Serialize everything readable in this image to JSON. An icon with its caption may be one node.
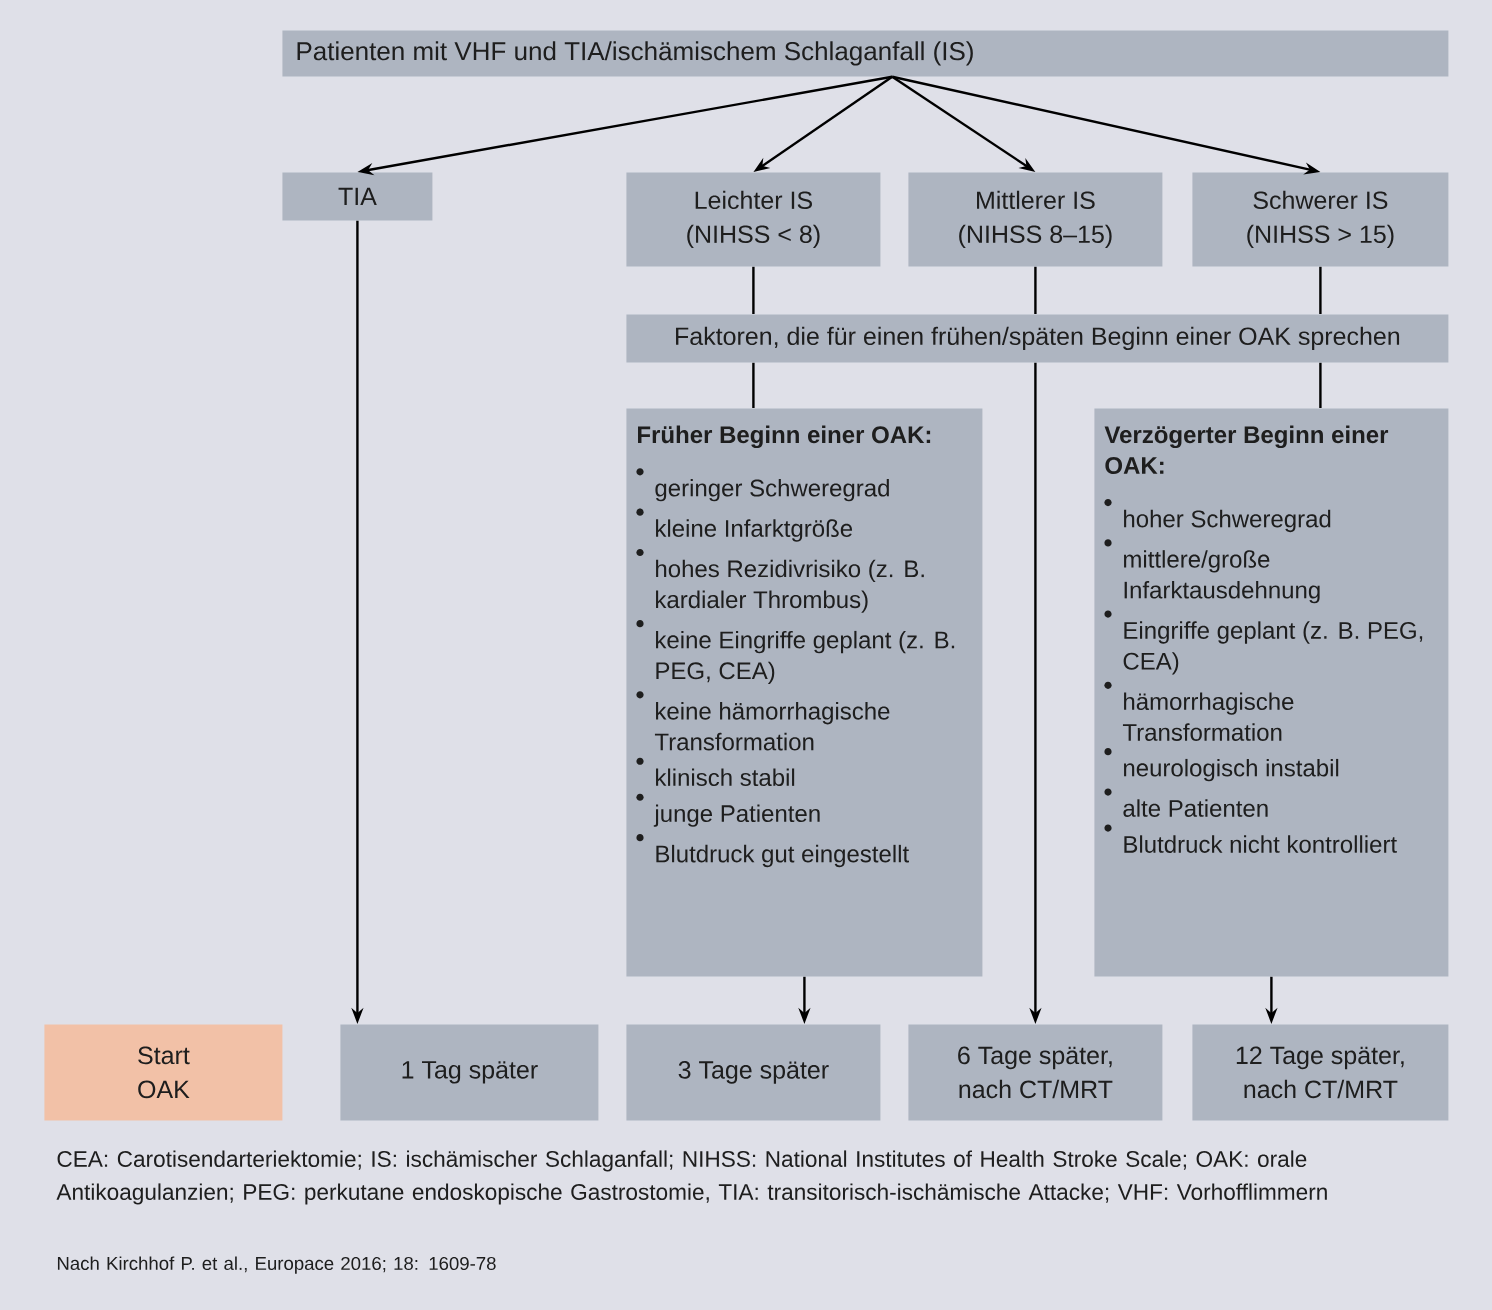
{
  "diagram": {
    "nodes": [
      {
        "text": [
          "Patienten mit VHF und TIA/ischämischem Schlaganfall (IS)"
        ]
      },
      {
        "text": [
          "TIA"
        ]
      },
      {
        "text": [
          "Leichter IS (NIHSS < 8)"
        ]
      },
      {
        "text": [
          "Mittlerer IS (NIHSS 8–15)"
        ]
      },
      {
        "text": [
          "Schwerer IS (NIHSS > 15)"
        ]
      },
      {
        "text": [
          "Faktoren, die für einen frühen/späten Beginn einer OAK sprechen"
        ]
      },
      {
        "text": [
          "Früher Beginn einer OAK:",
          "geringer Schweregrad",
          "kleine Infarktgröße",
          "hohes Rezidivrisiko (z. B. kardialer Thrombus)",
          "keine Eingriffe geplant (z. B. PEG, CEA)",
          "keine hämorrhagische Transformation",
          "klinisch stabil",
          "junge Patienten",
          "Blutdruck gut eingestellt"
        ]
      },
      {
        "text": [
          "Verzögerter Beginn einer OAK:",
          "hoher Schweregrad",
          "mittlere/große Infarktausdehnung",
          "Eingriffe geplant (z. B. PEG, CEA)",
          "hämorrhagische Transformation",
          "neurologisch instabil",
          "alte Patienten",
          "Blutdruck nicht kontrolliert"
        ]
      },
      {
        "text": [
          "Start OAK"
        ]
      },
      {
        "text": [
          "1 Tag später"
        ]
      },
      {
        "text": [
          "3 Tage später"
        ]
      },
      {
        "text": [
          "6 Tage später, nach CT/MRT"
        ]
      },
      {
        "text": [
          "12 Tage später, nach CT/MRT"
        ]
      }
    ],
    "edges": [
      {
        "from": 0,
        "to": 1,
        "arrow": "to"
      },
      {
        "from": 0,
        "to": 2,
        "arrow": "to"
      },
      {
        "from": 0,
        "to": 3,
        "arrow": "to"
      },
      {
        "from": 0,
        "to": 4,
        "arrow": "to"
      },
      {
        "from": 2,
        "to": 5,
        "arrow": "none"
      },
      {
        "from": 3,
        "to": 5,
        "arrow": "none"
      },
      {
        "from": 4,
        "to": 5,
        "arrow": "none"
      },
      {
        "from": 5,
        "to": 6,
        "arrow": "none"
      },
      {
        "from": 5,
        "to": 11,
        "arrow": "to"
      },
      {
        "from": 5,
        "to": 7,
        "arrow": "none"
      },
      {
        "from": 1,
        "to": 9,
        "arrow": "to"
      },
      {
        "from": 6,
        "to": 10,
        "arrow": "to"
      },
      {
        "from": 7,
        "to": 12,
        "arrow": "to"
      }
    ],
    "labels": [
      "CEA: Carotisendarteriektomie; IS: ischämischer Schlaganfall; NIHSS: National Institutes of Health Stroke Scale; OAK: orale Antikoagulanzien; PEG: perkutane endoskopische Gastrostomie, TIA: transitorisch-ischämische Attacke; VHF: Vorhofflimmern",
      "Nach Kirchhof P. et al., Europace 2016; 18: 1609-78"
    ]
  }
}
